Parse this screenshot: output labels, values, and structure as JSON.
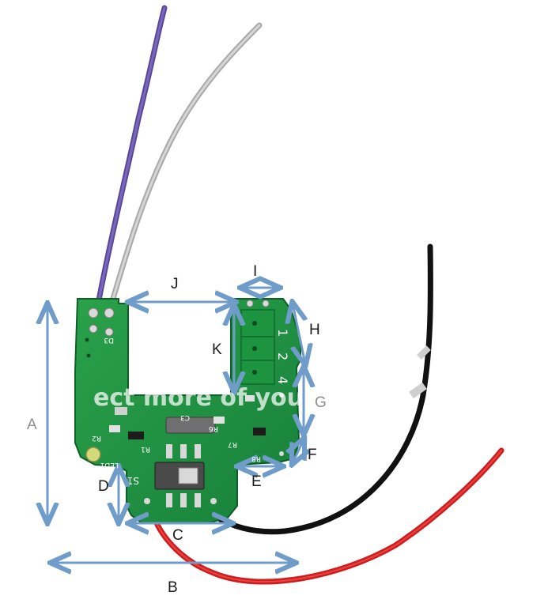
{
  "image": {
    "description_colors": {
      "pcb_green": "#1e8f3a",
      "dimension_arrow": "#6f9cc9",
      "wire_purple": "#6a55a8",
      "wire_grey": "#b7b7b7",
      "wire_black": "#141414",
      "wire_red": "#d52222"
    }
  },
  "labels": {
    "A": "A",
    "B": "B",
    "C": "C",
    "D": "D",
    "E": "E",
    "F": "F",
    "G": "G",
    "H": "H",
    "I": "I",
    "J": "J",
    "K": "K"
  },
  "board_text": {
    "terminal_1": "1",
    "terminal_2": "2",
    "terminal_4": "4",
    "switch_label": "S1",
    "led_label": "LED1",
    "r1": "R1",
    "r2": "R2",
    "r6": "R6",
    "r7": "R7",
    "r8": "R8",
    "c3": "C3",
    "d3": "D3"
  },
  "watermark": "ect more of your"
}
